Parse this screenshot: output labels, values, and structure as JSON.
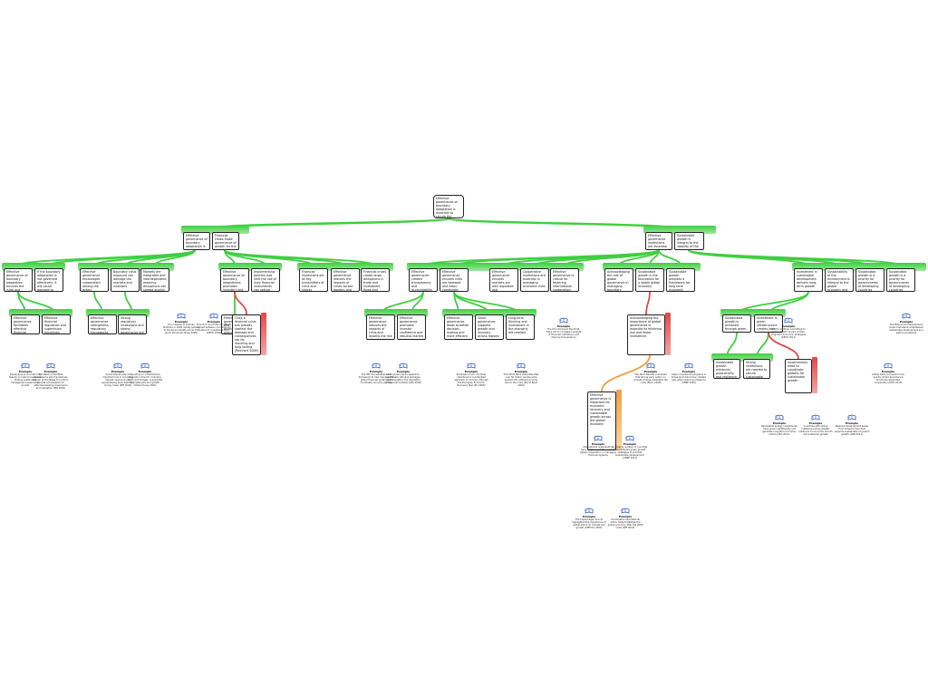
{
  "map": {
    "root": "Effective governance of boundary adaptation is essential to secure the growth of the global economy",
    "level1": {
      "a": "Effective governance of boundary adaptation is important for financial markets",
      "b": "Financial crises make governance of growth for the global economy harder",
      "c": "Effective governance institutions are essential for managing boundary adaptations",
      "d": "Sustainable growth is integral to the stability of the global economy and secures growth of the global economy"
    },
    "level2": [
      "Effective governance of boundary adaptation ensures the rules and regulations are properly drafted and enforced (Kahler 2009)",
      "If the boundary adaptation is not governed effectively, it will cause damage to financial markets",
      "Effective governance encourages cooperation among the actors (Hoogstra 2009)",
      "Boundary crisis exposure can damage the markets and investors",
      "Markets are integrated and interdependent, meaning disruptions can spread quickly",
      "Effective governance of boundary adaptations promotes investor trust and market stability",
      "Implementing policies that limit the use of risky financial instruments can reduce exposure to future crisis",
      "Financial institutions act as key transmitters of crisis and shocks",
      "Effective governance reduces the impacts of crises across borders and supports recovery",
      "Financial crises create large disruptions in trade and investment flows and hamper growth prospects",
      "Effective governance creates transparency and accountability among institutions",
      "Effective governance ensures rules are followed and helps coordinate policy responses across states",
      "Effective governance ensures markets are well regulated and transparent",
      "Cooperative institutions are essential in managing economic risks",
      "Effective governance is critical for fostering international cooperation (Bayne 2009)",
      "Acknowledging the role of global governance in managing boundary adaptations is important",
      "Sustainable growth is the foundation for a stable global economy",
      "Sustainable growth provides a framework for long term economic planning and investment",
      "Investment in sustainable development delivers long-term growth",
      "Sustainability of the environment is integral to the global economy and enables continued growth (Goldin 2013)",
      "Sustainable growth is a priority for governments of developing countries"
    ],
    "level3": [
      "Effective governance facilitates effective financial regulation and supervision",
      "Effective financial regulation and supervision minimises systemic risk and protect investors",
      "Effective governance strengthens regulatory frameworks and safety nets",
      "Strong regulatory institutions and strong governance are vital in the prevention of crises",
      "Effective governance and accountability promotes the efficient allocation of financial resources",
      "Once a financial crisis has already started, the damage and consequences are far reaching and long lasting (Reinhart 2009)",
      "Effective governance reduces the impacts of crisis and lessens the risk of contagion across borders",
      "Effective governance promotes investor confidence and rebuilds market trust",
      "Effective governance leads to better decision-making and more efficient spending",
      "Good governance supports growth and recovery across regions",
      "Long-term thinking and investment in the economy are needed",
      "Acknowledging the importance of global governance is essential to minimise risk and foster investment",
      "Effective governance is important for economic recovery and sustainable growth across the global economy",
      "Sustainable growth is achieved through green investment",
      "Investment in green infrastructure creates jobs and long-term economic value",
      "Sustainable growth enhances productivity and resilience",
      "Strong institutions are needed to secure sustainable growth",
      "Governments need to coordinate globally for sustainable growth"
    ],
    "evidence": [
      {
        "kind": "Example",
        "body": "The Basel Committee developed a set of guidelines known as the Basel Accords to provide a framework for effective banking supervision and regulation (BIS 2009)"
      },
      {
        "kind": "Example",
        "body": "Governments play an important role in providing deposit insurance and guaranteeing bank liabilities during crises (IMF 2009)"
      },
      {
        "kind": "Example",
        "body": "Spending on infrastructure projects in the US, including roads and bridges, is expected to create jobs and growth (White House 2009)"
      },
      {
        "kind": "Example",
        "body": "The collapse of Lehman Brothers in 2008 rapidly spread to financial markets across the world (Financial Times 2008)"
      },
      {
        "kind": "Example",
        "body": "Economic and financial effects spread between countries via trade and investment links (OECD 2009)"
      },
      {
        "kind": "Example",
        "body": "The IMF has established a framework to help manage the global financial system and coordinate recovery policies"
      },
      {
        "kind": "Example",
        "body": "G20 governments agreed to coordinate stimulus packages and strengthen the regulation of financial markets (G20 2009)"
      },
      {
        "kind": "Example",
        "body": "European Union countries introduced a coordinated approach to recovery through the European Economic Recovery Plan (EC 2008)"
      },
      {
        "kind": "Example",
        "body": "The World Bank estimates that over 50 million people were pushed into extreme poverty due to the crisis (World Bank 2009)"
      },
      {
        "kind": "Example",
        "body": "The US introduced the Dodd-Frank Act to increase oversight of financial institutions and improve transparency"
      },
      {
        "kind": "Example",
        "body": "International organisations have emphasised the need for global cooperation in managing financial systems"
      },
      {
        "kind": "Example",
        "body": "A growing number of countries have adopted green growth strategies to promote sustainable development (UNEP 2011)"
      },
      {
        "kind": "Example",
        "body": "The Stern Review concluded that strong early action on climate change outweighs the costs (Stern 2006)"
      },
      {
        "kind": "Example",
        "body": "Green investment programs in Korea and China have created jobs while reducing emissions (UNEP 2010)"
      },
      {
        "kind": "Example",
        "body": "Renewable energy investments have grown significantly and generate long-term economic returns (IEA 2012)"
      },
      {
        "kind": "Example",
        "body": "Countries with strong institutions show greater resilience to economic shocks and sustained growth"
      },
      {
        "kind": "Example",
        "body": "The Millennium Development Goals framework emphasised sustainable development as a path to prosperity"
      },
      {
        "kind": "Example",
        "body": "Developing economies rely heavily on natural resources, making sustainable management essential to growth"
      },
      {
        "kind": "Example",
        "body": "The Copenhagen Accord highlighted the importance of global action on climate and growth (UNFCCC 2009)"
      },
      {
        "kind": "Example",
        "body": "Coordinated international action helped stabilise the global economy after the 2008 crisis (IMF 2010)"
      },
      {
        "kind": "Example",
        "body": "OECD countries committed to green growth as part of their long-term economic strategies (OECD 2011)"
      },
      {
        "kind": "Example",
        "body": "Global trade recovered more quickly where governance structures supported cooperation (WTO 2010)"
      },
      {
        "kind": "Example",
        "body": "Regional development banks fund infrastructure that supports sustainable long-term growth (ADB 2011)"
      }
    ],
    "strip_tag": "Support",
    "oppose_tag": "Objection"
  },
  "colors": {
    "support": "#3fcf3f",
    "support_light": "#9ee89e",
    "oppose": "#e24848",
    "oppose_light": "#f3a5a5",
    "rebuttal": "#f0a040",
    "line": "#2d2d2d",
    "evidence_icon": "#2a57c4"
  },
  "icons": {
    "evidence": "evidence-book-icon"
  }
}
